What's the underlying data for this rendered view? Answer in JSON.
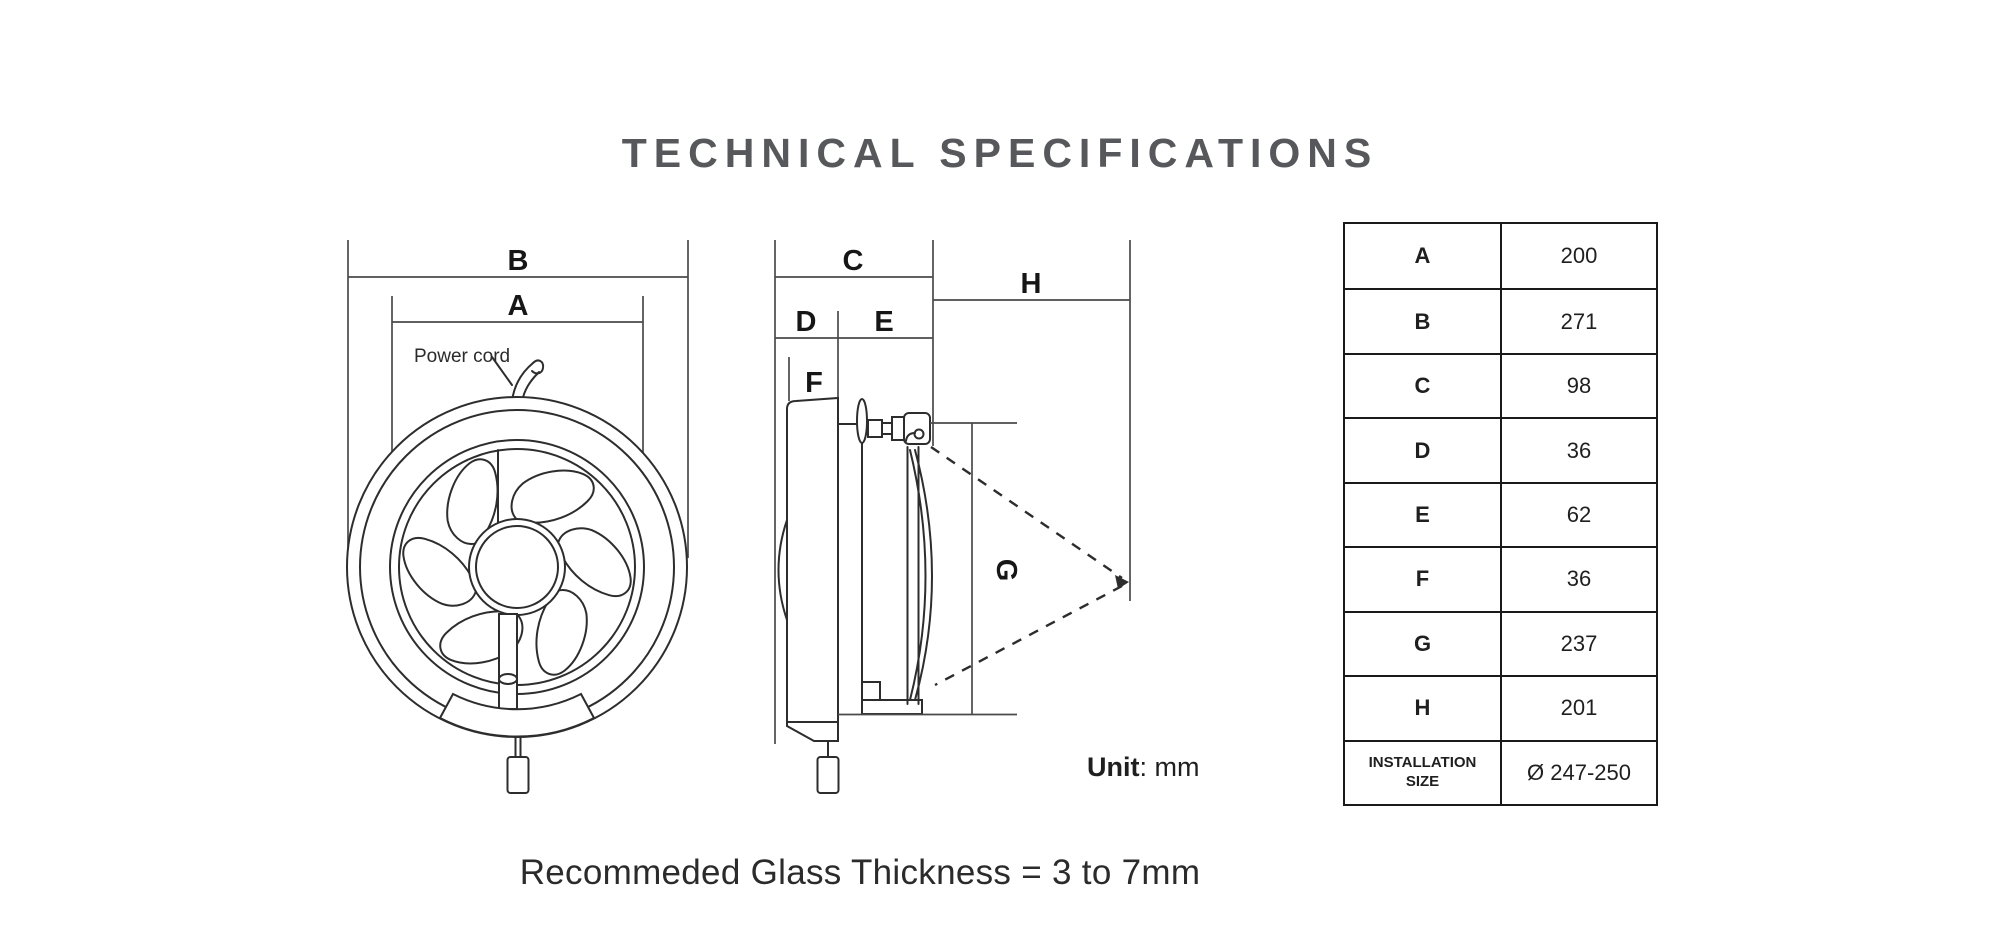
{
  "title": "TECHNICAL SPECIFICATIONS",
  "diagram": {
    "front_view": {
      "dim_b": "B",
      "dim_a": "A",
      "power_cord_label": "Power cord"
    },
    "side_view": {
      "dim_c": "C",
      "dim_d": "D",
      "dim_e": "E",
      "dim_f": "F",
      "dim_g": "G",
      "dim_h": "H"
    },
    "unit_label": "Unit",
    "unit_suffix": ": mm"
  },
  "spec_table": {
    "rows": [
      {
        "label": "A",
        "value": "200"
      },
      {
        "label": "B",
        "value": "271"
      },
      {
        "label": "C",
        "value": "98"
      },
      {
        "label": "D",
        "value": "36"
      },
      {
        "label": "E",
        "value": "62"
      },
      {
        "label": "F",
        "value": "36"
      },
      {
        "label": "G",
        "value": "237"
      },
      {
        "label": "H",
        "value": "201"
      },
      {
        "label": "INSTALLATION SIZE",
        "value": "Ø 247-250"
      }
    ]
  },
  "note": "Recommeded Glass Thickness = 3 to 7mm",
  "colors": {
    "line": "#2d2d2d",
    "title": "#57585b",
    "text": "#1f1f1f",
    "background": "#ffffff"
  }
}
